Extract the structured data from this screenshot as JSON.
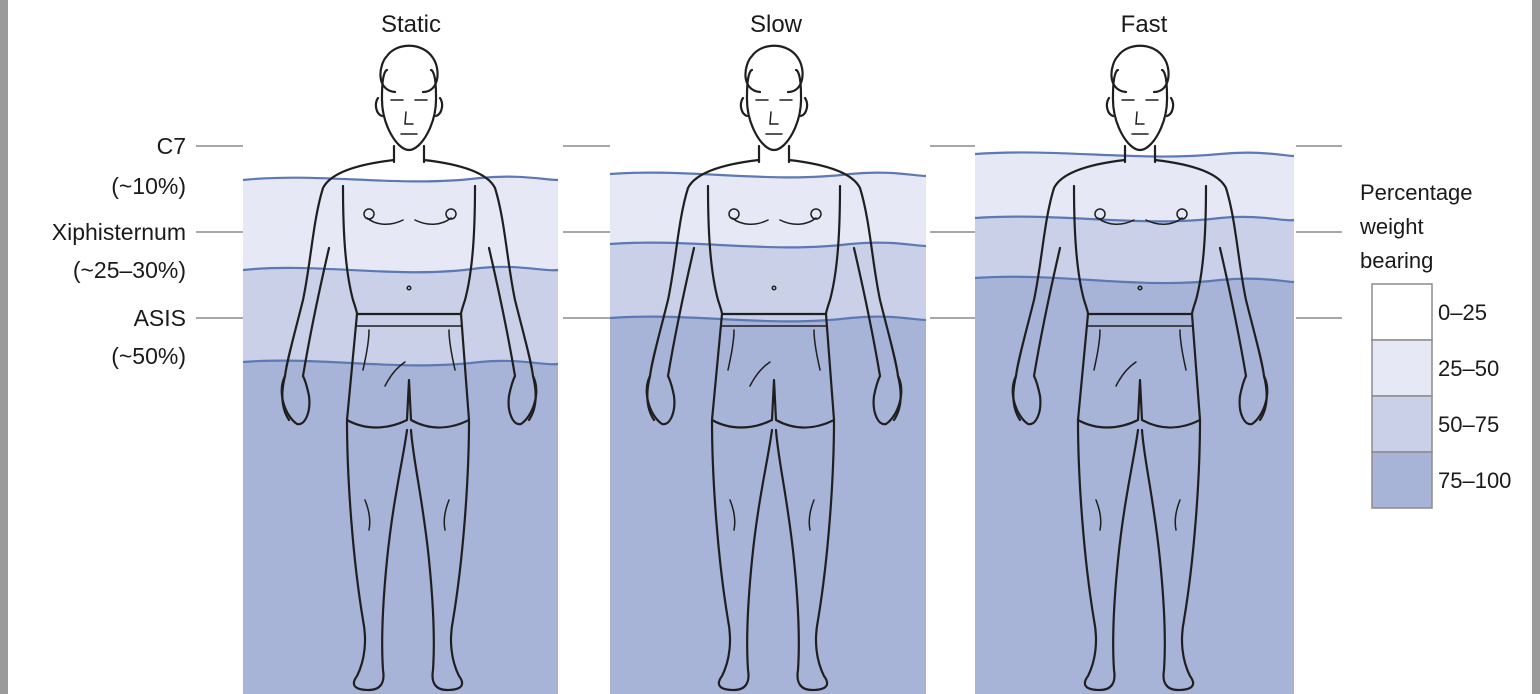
{
  "panels": [
    {
      "title": "Static",
      "zones": [
        {
          "tone": "tone_25_50",
          "weight": "25-50"
        },
        {
          "tone": "tone_50_75",
          "weight": "50-75"
        },
        {
          "tone": "tone_75_100",
          "weight": "75-100"
        }
      ]
    },
    {
      "title": "Slow",
      "zones": [
        {
          "tone": "tone_25_50",
          "weight": "25-50"
        },
        {
          "tone": "tone_50_75",
          "weight": "50-75"
        },
        {
          "tone": "tone_75_100",
          "weight": "75-100"
        }
      ]
    },
    {
      "title": "Fast",
      "zones": [
        {
          "tone": "tone_25_50",
          "weight": "25-50"
        },
        {
          "tone": "tone_50_75",
          "weight": "50-75"
        },
        {
          "tone": "tone_75_100",
          "weight": "75-100"
        }
      ]
    }
  ],
  "landmarks": [
    {
      "name": "C7",
      "percent": "(~10%)"
    },
    {
      "name": "Xiphisternum",
      "percent": "(~25–30%)"
    },
    {
      "name": "ASIS",
      "percent": "(~50%)"
    }
  ],
  "legend": {
    "title_lines": [
      "Percentage",
      "weight",
      "bearing"
    ],
    "items": [
      {
        "label": "0–25",
        "tone": "tone_0_25"
      },
      {
        "label": "25–50",
        "tone": "tone_25_50"
      },
      {
        "label": "50–75",
        "tone": "tone_50_75"
      },
      {
        "label": "75–100",
        "tone": "tone_75_100"
      }
    ]
  },
  "colors": {
    "tone_0_25": "#ffffff",
    "tone_25_50": "#e6e9f5",
    "tone_50_75": "#c9d0e8",
    "tone_75_100": "#a8b3d8",
    "waterline": "#5c79b3",
    "outline": "#1f1f1f",
    "reference_line": "#8c8c8c",
    "frame": "#9a9a9a"
  }
}
